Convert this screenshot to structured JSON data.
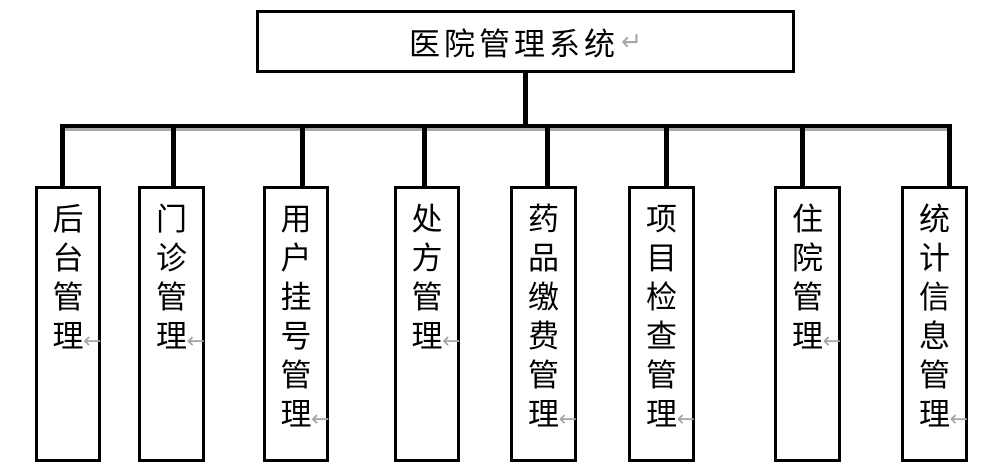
{
  "diagram": {
    "root": {
      "label": "医院管理系统",
      "paragraph_mark": "↵"
    },
    "line_break_mark": "←",
    "children": [
      {
        "label": "后台管理"
      },
      {
        "label": "门诊管理"
      },
      {
        "label": "用户挂号管理"
      },
      {
        "label": "处方管理"
      },
      {
        "label": "药品缴费管理"
      },
      {
        "label": "项目检查管理"
      },
      {
        "label": "住院管理"
      },
      {
        "label": "统计信息管理"
      }
    ],
    "colors": {
      "line": "#000000",
      "box_border": "#000000",
      "text": "#000000",
      "formatting_mark": "#a6a6a6",
      "background": "#ffffff"
    }
  }
}
